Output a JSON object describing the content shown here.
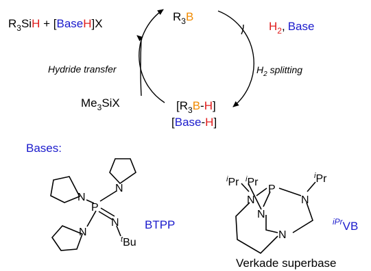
{
  "cycle": {
    "top": {
      "pre": "R",
      "sub": "3",
      "b": "B"
    },
    "left_product": {
      "r": "R",
      "sub": "3",
      "si": "Si",
      "h": "H",
      "plus": " + [",
      "base": "Base",
      "h2": "H",
      "close": "]X"
    },
    "right_reagent": {
      "h": "H",
      "sub": "2",
      "comma": ",",
      "base": "Base"
    },
    "bottom": {
      "open1": "[R",
      "sub": "3",
      "b": "B",
      "dash": "-",
      "h": "H",
      "close1": "]",
      "open2": "[",
      "base": "Base",
      "dash2": "-",
      "h2": "H",
      "close2": "]"
    },
    "left_reagent": {
      "me": "Me",
      "sub": "3",
      "six": "SiX"
    },
    "label_left": "Hydride transfer",
    "label_right": {
      "h": "H",
      "sub": "2",
      "rest": " splitting"
    }
  },
  "bases": {
    "heading": "Bases:",
    "btpp": {
      "name": "BTPP",
      "atoms": {
        "p": "P",
        "n_top": "N",
        "n_left": "N",
        "n_bottom": "N",
        "n_imine": "N",
        "tbu_sup": "t",
        "tbu": "Bu"
      }
    },
    "verkade": {
      "name_sup": "iPr",
      "name": "VB",
      "caption": "Verkade superbase",
      "atoms": {
        "p": "P",
        "n_left": "N",
        "n_mid": "N",
        "n_right": "N",
        "n_bottom": "N",
        "ipr_sup": "i",
        "ipr": "Pr"
      }
    }
  },
  "colors": {
    "blue": "#1a1acc",
    "red": "#e01b1b",
    "orange": "#f08a00"
  }
}
